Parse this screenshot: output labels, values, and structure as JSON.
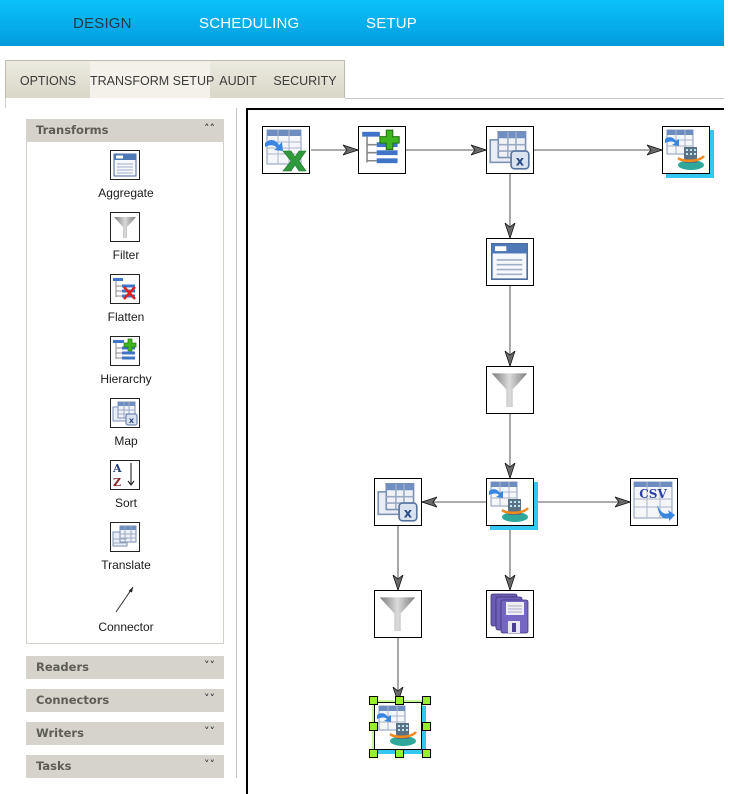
{
  "topnav": {
    "items": [
      {
        "label": "DESIGN",
        "active": true
      },
      {
        "label": "SCHEDULING",
        "active": false
      },
      {
        "label": "SETUP",
        "active": false
      }
    ]
  },
  "tabs": {
    "items": [
      {
        "label": "OPTIONS",
        "active": false
      },
      {
        "label": "TRANSFORM SETUP",
        "active": true
      },
      {
        "label": "AUDIT",
        "active": false
      },
      {
        "label": "SECURITY",
        "active": false
      }
    ]
  },
  "palette": {
    "transforms": {
      "title": "Transforms",
      "state": "expanded",
      "items": [
        {
          "label": "Aggregate",
          "icon": "aggregate-icon"
        },
        {
          "label": "Filter",
          "icon": "funnel-icon"
        },
        {
          "label": "Flatten",
          "icon": "flatten-icon"
        },
        {
          "label": "Hierarchy",
          "icon": "hierarchy-icon"
        },
        {
          "label": "Map",
          "icon": "map-icon"
        },
        {
          "label": "Sort",
          "icon": "sort-az-icon"
        },
        {
          "label": "Translate",
          "icon": "translate-icon"
        },
        {
          "label": "Connector",
          "icon": "connector-arrow-icon"
        }
      ]
    },
    "collapsed_sections": [
      {
        "title": "Readers",
        "state": "collapsed"
      },
      {
        "title": "Connectors",
        "state": "collapsed"
      },
      {
        "title": "Writers",
        "state": "collapsed"
      },
      {
        "title": "Tasks",
        "state": "collapsed"
      }
    ],
    "chevron_up": "˄˄",
    "chevron_down": "˅˅"
  },
  "flow": {
    "nodes": [
      {
        "id": "excel-reader",
        "type": "excel-reader-icon"
      },
      {
        "id": "hierarchy",
        "type": "hierarchy-icon"
      },
      {
        "id": "map-1",
        "type": "map-icon"
      },
      {
        "id": "db-writer-1",
        "type": "db-writer-icon"
      },
      {
        "id": "aggregate",
        "type": "aggregate-icon"
      },
      {
        "id": "filter-1",
        "type": "funnel-icon"
      },
      {
        "id": "db-writer-2",
        "type": "db-writer-icon"
      },
      {
        "id": "map-2",
        "type": "map-icon"
      },
      {
        "id": "csv-writer",
        "type": "csv-writer-icon"
      },
      {
        "id": "filter-2",
        "type": "funnel-icon"
      },
      {
        "id": "save-all",
        "type": "save-all-icon"
      },
      {
        "id": "db-writer-3",
        "type": "db-writer-icon",
        "selected": true
      }
    ],
    "edges": [
      [
        "excel-reader",
        "hierarchy"
      ],
      [
        "hierarchy",
        "map-1"
      ],
      [
        "map-1",
        "db-writer-1"
      ],
      [
        "map-1",
        "aggregate"
      ],
      [
        "aggregate",
        "filter-1"
      ],
      [
        "filter-1",
        "db-writer-2"
      ],
      [
        "db-writer-2",
        "map-2"
      ],
      [
        "db-writer-2",
        "csv-writer"
      ],
      [
        "db-writer-2",
        "save-all"
      ],
      [
        "map-2",
        "filter-2"
      ],
      [
        "filter-2",
        "db-writer-3"
      ]
    ]
  }
}
